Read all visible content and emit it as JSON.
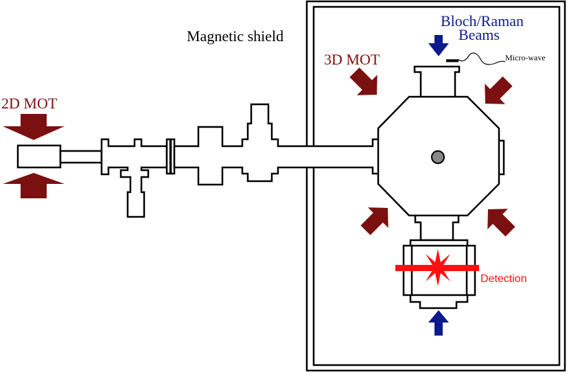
{
  "labels": {
    "mot2d": "2D MOT",
    "mot3d": "3D MOT",
    "shield": "Magnetic shield",
    "bloch_line1": "Bloch/Raman",
    "bloch_line2": "Beams",
    "microwave": "Micro-wave",
    "detection": "Detection"
  },
  "colors": {
    "mot_arrow": "#7a1010",
    "raman_arrow": "#0d1a8c",
    "detection": "#ff1010",
    "atoms": "#888888",
    "line": "#000000",
    "background": "#ffffff"
  }
}
